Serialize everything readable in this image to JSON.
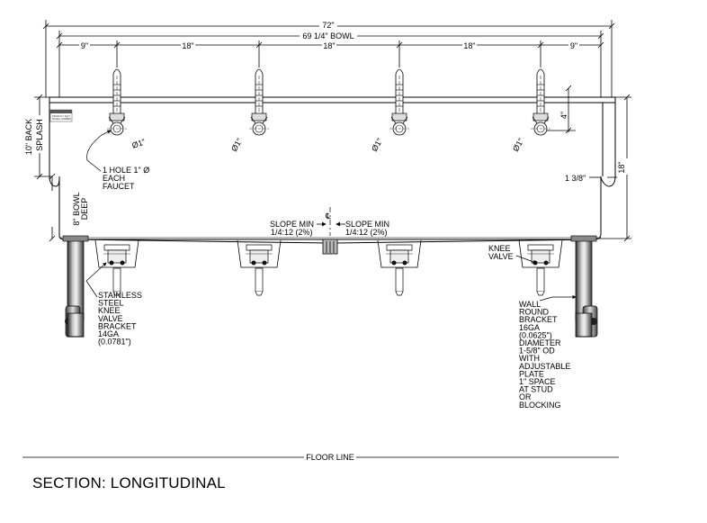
{
  "dimensions": {
    "overall": "72\"",
    "bowl": "69 1/4\" BOWL",
    "end_left": "9\"",
    "spacing_1": "18\"",
    "spacing_2": "18\"",
    "spacing_3": "18\"",
    "end_right": "9\"",
    "hole_offset": "4\"",
    "height": "18\"",
    "rim_offset": "1 3/8\""
  },
  "labels": {
    "back_splash": "10\" BACK SPLASH",
    "bowl_deep": "8\" BOWL DEEP",
    "hole_note": [
      "1 HOLE 1\" Ø",
      "EACH",
      "FAUCET"
    ],
    "hole_dia": "Ø1\"",
    "slope_title": "SLOPE MIN",
    "slope_value": "1/4:12  (2%)",
    "knee_valve": [
      "KNEE",
      "VALVE"
    ],
    "bracket_note": [
      "STAINLESS",
      "STEEL",
      "KNEE",
      "VALVE",
      "BRACKET",
      "14GA",
      "(0.0781\")"
    ],
    "wall_note": [
      "WALL",
      "ROUND",
      "BRACKET",
      "16GA",
      "(0.0625\")",
      "DIAMETER",
      "1-5/8\" OD",
      "WITH",
      "ADJUSTABLE",
      "PLATE",
      "1\" SPACE",
      "AT STUD",
      "OR",
      "BLOCKING"
    ],
    "floor_line": "FLOOR LINE",
    "label_plate": [
      "BEMIS-LOGO",
      "PRODUCT TEXT",
      "MODEL NUMBER"
    ]
  },
  "title": "SECTION: LONGITUDINAL"
}
